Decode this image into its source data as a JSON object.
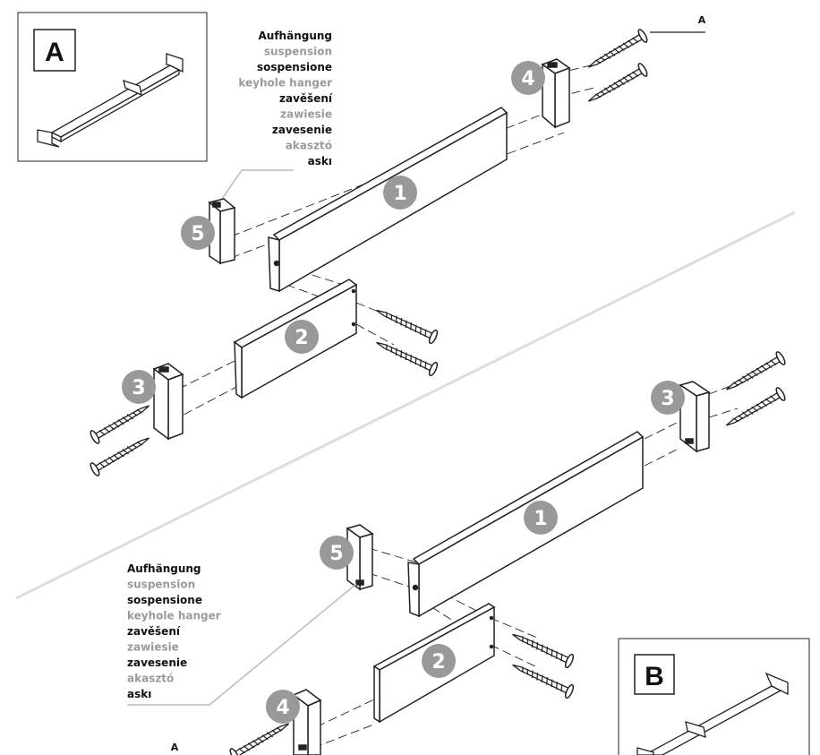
{
  "labels_hanger": [
    {
      "text": "Aufhängung",
      "tone": "dark"
    },
    {
      "text": "suspension",
      "tone": "grey"
    },
    {
      "text": "sospensione",
      "tone": "dark"
    },
    {
      "text": "keyhole hanger",
      "tone": "grey"
    },
    {
      "text": "zavěšení",
      "tone": "dark"
    },
    {
      "text": "zawiesie",
      "tone": "grey"
    },
    {
      "text": "zavesenie",
      "tone": "dark"
    },
    {
      "text": "akasztó",
      "tone": "grey"
    },
    {
      "text": "askı",
      "tone": "dark"
    }
  ],
  "inset_a": {
    "letter": "A"
  },
  "inset_b": {
    "letter": "B"
  },
  "screw_tag": "A",
  "parts": {
    "p1": "1",
    "p2": "2",
    "p3": "3",
    "p4": "4",
    "p5": "5"
  },
  "colors": {
    "badge": "#999999",
    "line": "#222222",
    "divider": "#dddddd"
  }
}
